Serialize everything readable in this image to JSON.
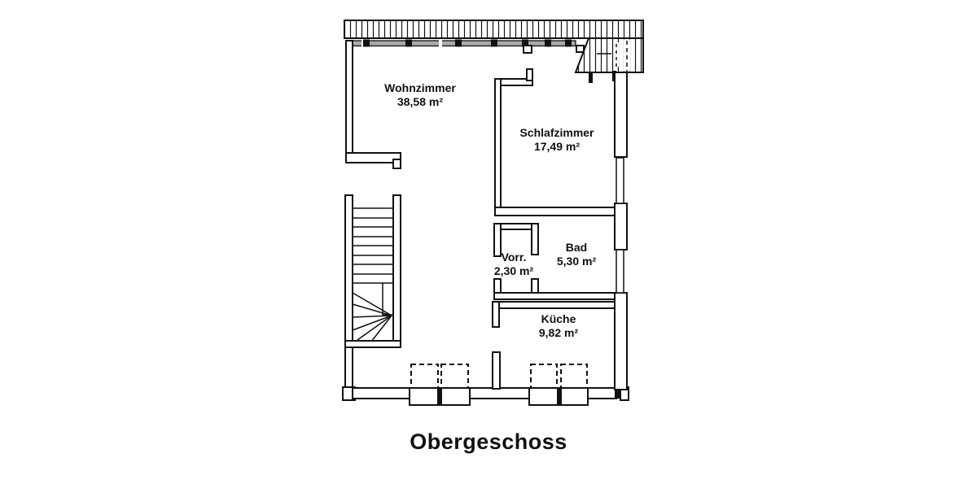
{
  "title": "Obergeschoss",
  "rooms": [
    {
      "name": "Wohnzimmer",
      "area": "38,58 m²"
    },
    {
      "name": "Schlafzimmer",
      "area": "17,49 m²"
    },
    {
      "name": "Vorr.",
      "area": "2,30 m²"
    },
    {
      "name": "Bad",
      "area": "5,30 m²"
    },
    {
      "name": "Küche",
      "area": "9,82 m²"
    }
  ],
  "colors": {
    "line": "#111111",
    "glass_band": "#a9a9a9",
    "background": "#ffffff"
  }
}
